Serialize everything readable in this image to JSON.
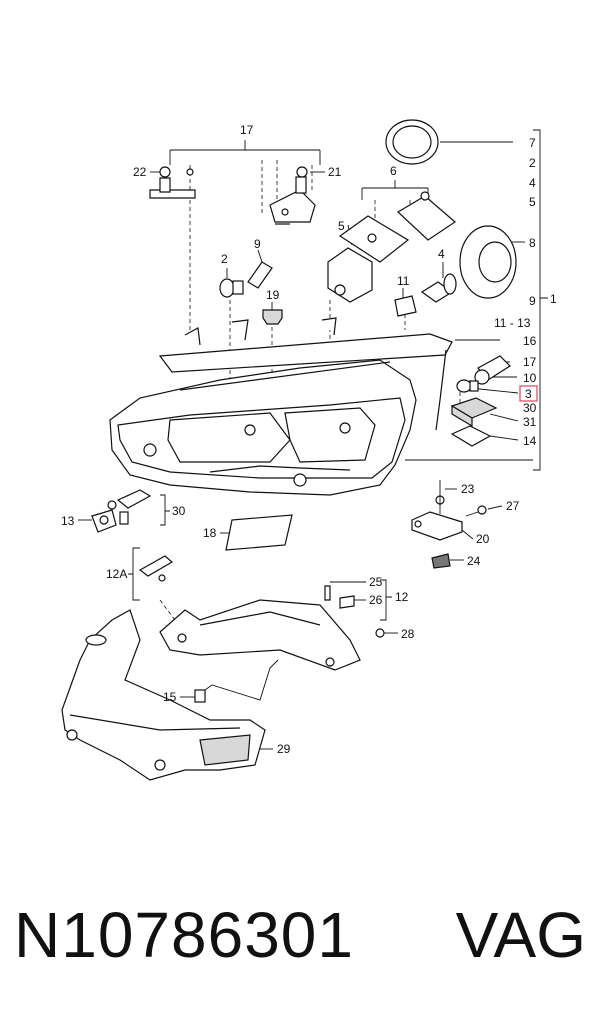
{
  "callouts": {
    "c17": "17",
    "c22": "22",
    "c21": "21",
    "c7": "7",
    "c2r": "2",
    "c4r": "4",
    "c5r": "5",
    "c6": "6",
    "c5": "5",
    "c4": "4",
    "c8": "8",
    "c2": "2",
    "c9": "9",
    "c19": "19",
    "c11": "11",
    "c9r": "9",
    "c1": "1",
    "c11_13": "11 - 13",
    "c16": "16",
    "c17r": "17",
    "c10": "10",
    "c3": "3",
    "c30r": "30",
    "c31": "31",
    "c14": "14",
    "c23": "23",
    "c27": "27",
    "c20": "20",
    "c24": "24",
    "c13": "13",
    "c30": "30",
    "c18": "18",
    "c12A": "12A",
    "c25": "25",
    "c26": "26",
    "c12": "12",
    "c28": "28",
    "c15": "15",
    "c29": "29"
  },
  "footer": {
    "part_number": "N10786301",
    "brand": "VAG"
  },
  "highlight_color": "#e0506a"
}
